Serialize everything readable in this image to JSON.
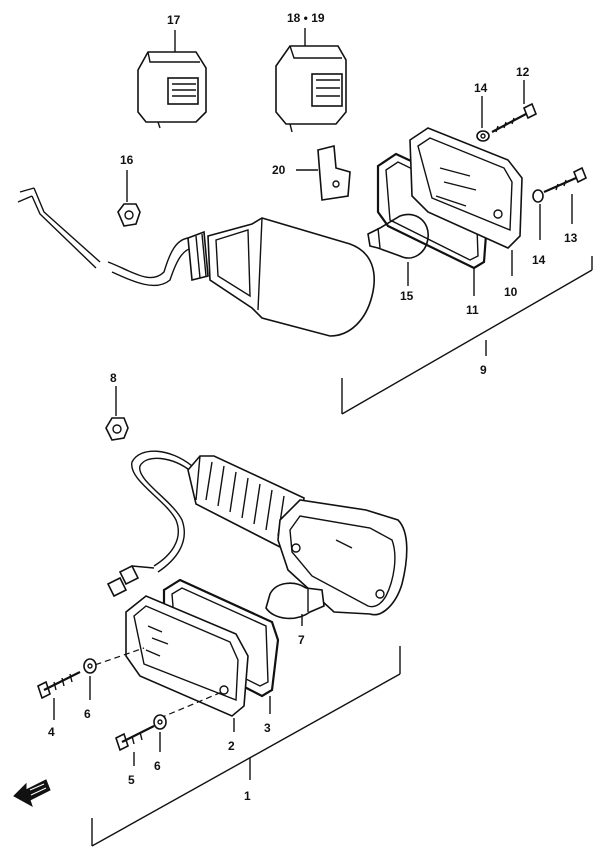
{
  "callouts": {
    "c1": "1",
    "c2": "2",
    "c3": "3",
    "c4": "4",
    "c5": "5",
    "c6a": "6",
    "c6b": "6",
    "c7": "7",
    "c8": "8",
    "c9": "9",
    "c10": "10",
    "c11": "11",
    "c12": "12",
    "c13": "13",
    "c14a": "14",
    "c14b": "14",
    "c15": "15",
    "c16": "16",
    "c17": "17",
    "c18_19": "18 • 19",
    "c20": "20"
  },
  "icons": {
    "front_arrow": "left-arrow-icon"
  },
  "colors": {
    "ink": "#111111",
    "paper": "#ffffff"
  }
}
